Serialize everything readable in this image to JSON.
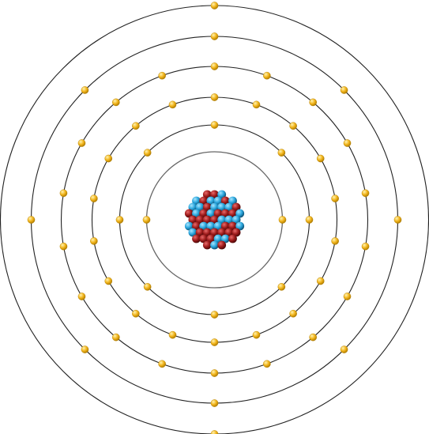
{
  "diagram": {
    "type": "bohr-atom-model",
    "shells": [
      {
        "electrons": 2
      },
      {
        "electrons": 8
      },
      {
        "electrons": 18
      },
      {
        "electrons": 18
      },
      {
        "electrons": 8
      },
      {
        "electrons": 2
      }
    ],
    "nucleus": {
      "particles": [
        "proton",
        "neutron"
      ]
    },
    "colors": {
      "background": "#ffffff",
      "inner_shell_stroke": "#666666",
      "shell_stroke": "#222222",
      "electron": "#f2b51c",
      "electron_highlight": "#fff3b0",
      "electron_shadow": "#b07c00",
      "proton": "#9e1b1b",
      "proton_highlight": "#e86a6a",
      "neutron": "#2aa6dd",
      "neutron_highlight": "#a8e6ff"
    }
  }
}
